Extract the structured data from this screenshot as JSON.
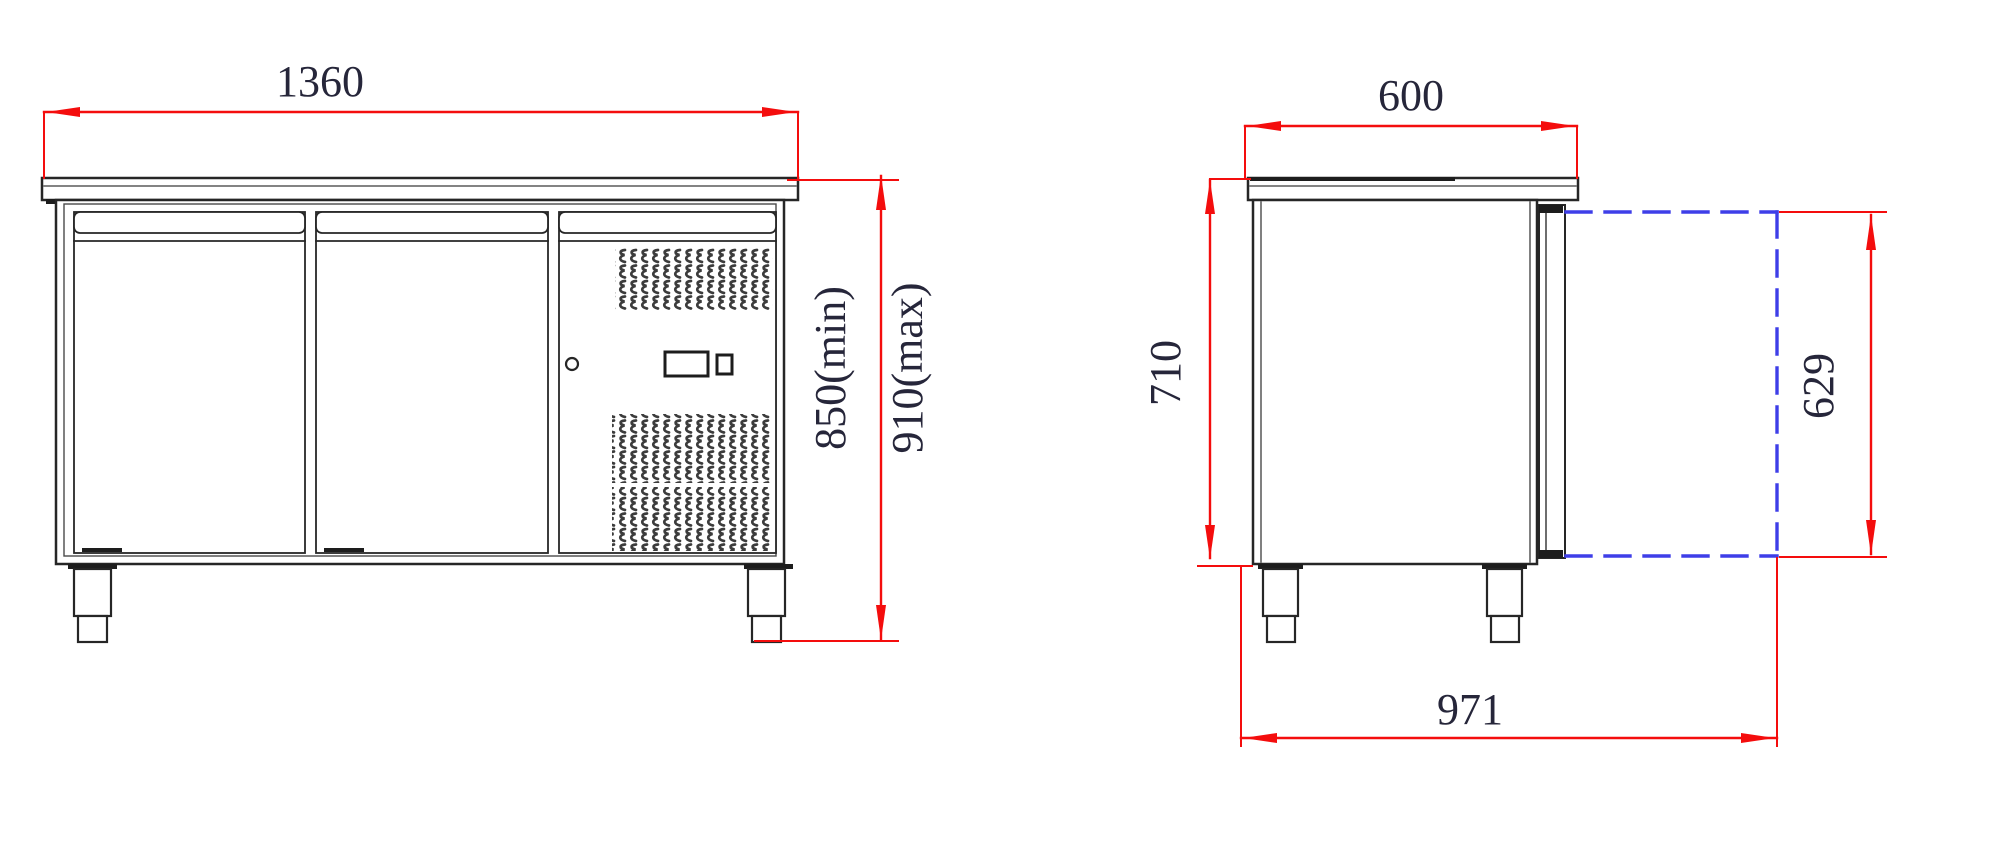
{
  "drawing": {
    "type": "technical-dimension-drawing",
    "subject": "refrigerated-counter",
    "views": [
      "front",
      "side"
    ]
  },
  "front_view": {
    "dim_width": "1360",
    "dim_height_min": "850(min)",
    "dim_height_max": "910(max)"
  },
  "side_view": {
    "dim_depth": "600",
    "dim_body_height": "710",
    "dim_door_open": "629",
    "dim_overall_depth": "971"
  },
  "colors": {
    "dimension_red": "#f40d0d",
    "door_swing_blue": "#3e3ee8",
    "outline_black": "#262626",
    "vent_dark": "#3c3c3c"
  }
}
